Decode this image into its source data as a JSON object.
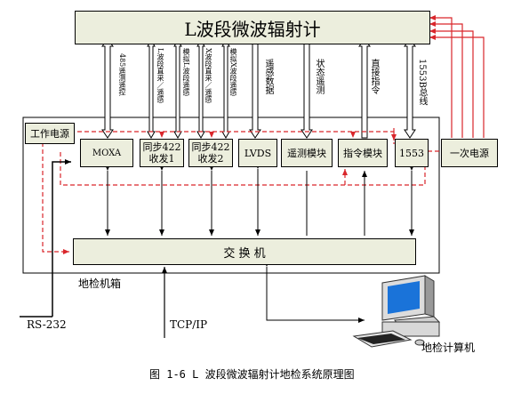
{
  "title": "L波段微波辐射计",
  "modules": {
    "work_power": "工作电源",
    "moxa": "MOXA",
    "sync1": "同步422\n收发1",
    "sync2": "同步422\n收发2",
    "lvds": "LVDS",
    "telemetry": "遥测模块",
    "command": "指令模块",
    "bus1553": "1553",
    "primary_power": "一次电源",
    "switch": "交 换 机"
  },
  "signals": {
    "s485": "485遥测遥控",
    "l_band": "L波段直采／遥感",
    "sim_l": "模拟L波段遥感",
    "x_band": "X波段直采／遥感",
    "sim_x": "模拟X波段遥感",
    "remote_data": "遥感数据",
    "status_telemetry": "状态遥测",
    "direct_cmd": "直接指令",
    "bus_1553": "1553B总线"
  },
  "labels": {
    "ground_box": "地检机箱",
    "rs232": "RS-232",
    "tcpip": "TCP/IP",
    "computer": "地检计算机",
    "caption": "图 1-6 L 波段微波辐射计地检系统原理图"
  }
}
